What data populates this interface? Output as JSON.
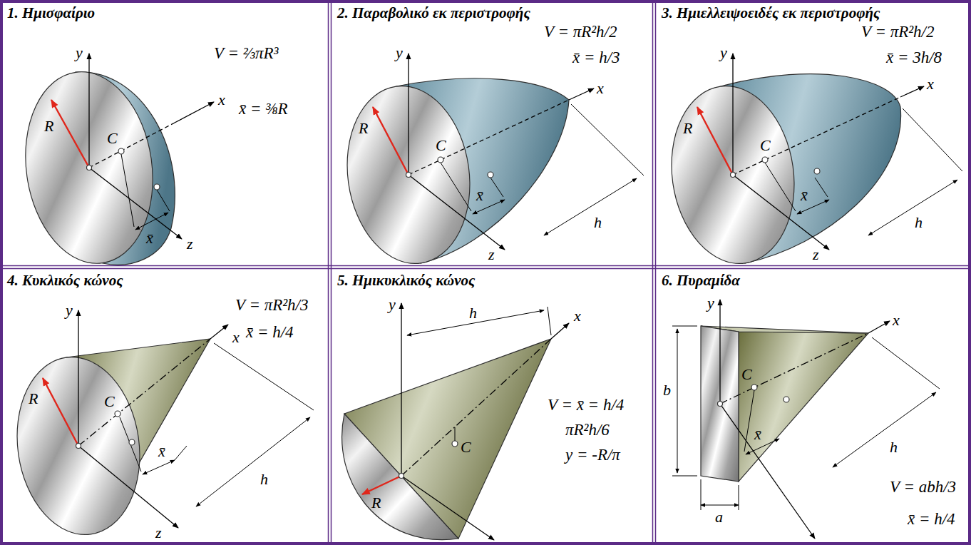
{
  "diagram": {
    "nodes": [
      {
        "text": [
          "1. Ημισφαίριο",
          "V = ⅔πR³",
          "x̄ = ⅜R"
        ]
      },
      {
        "text": [
          "2. Παραβολικό εκ περιστροφής",
          "V = πR²h/2",
          "x̄ = h/3"
        ]
      },
      {
        "text": [
          "3. Ημιελλειψοειδές εκ περιστροφής",
          "V = πR²h/2",
          "x̄ = 3h/8"
        ]
      },
      {
        "text": [
          "4. Κυκλικός κώνος",
          "V = πR²h/3",
          "x̄ = h/4"
        ]
      },
      {
        "text": [
          "5. Ημικυκλικός κώνος",
          "V = x̄ = h/4",
          "πR²h/6",
          "y = -R/π"
        ]
      },
      {
        "text": [
          "6. Πυραμίδα",
          "V = abh/3",
          "x̄ = h/4"
        ]
      }
    ],
    "labels": [
      "y",
      "x",
      "z",
      "R",
      "C",
      "x̄",
      "y",
      "x",
      "z",
      "R",
      "C",
      "x̄",
      "h",
      "y",
      "x",
      "z",
      "R",
      "C",
      "x̄",
      "h",
      "y",
      "x",
      "z",
      "R",
      "C",
      "x̄",
      "h",
      "y",
      "x",
      "R",
      "C",
      "h",
      "y",
      "x",
      "b",
      "a",
      "C",
      "x̄",
      "h"
    ]
  }
}
